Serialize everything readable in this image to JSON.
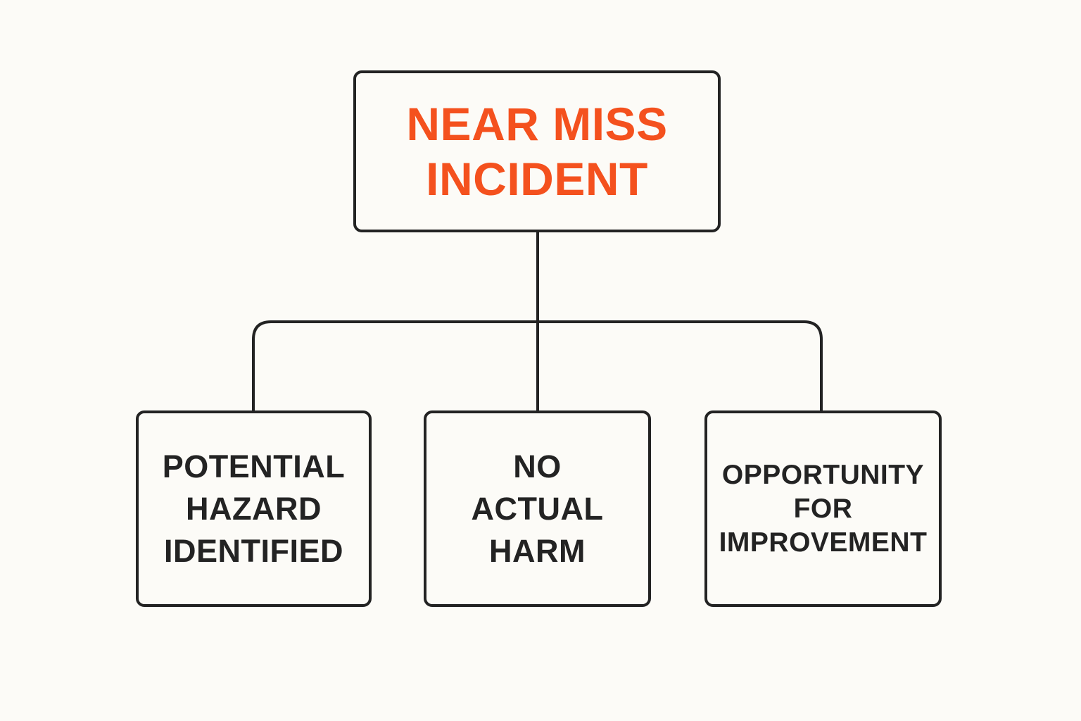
{
  "diagram": {
    "root": {
      "label": "NEAR MISS\nINCIDENT",
      "color": "#f4511e"
    },
    "children": [
      {
        "label": "POTENTIAL\nHAZARD\nIDENTIFIED"
      },
      {
        "label": "NO\nACTUAL\nHARM"
      },
      {
        "label": "OPPORTUNITY\nFOR\nIMPROVEMENT"
      }
    ],
    "text_color": "#232323",
    "line_color": "#232323",
    "background": "#fcfbf7"
  }
}
